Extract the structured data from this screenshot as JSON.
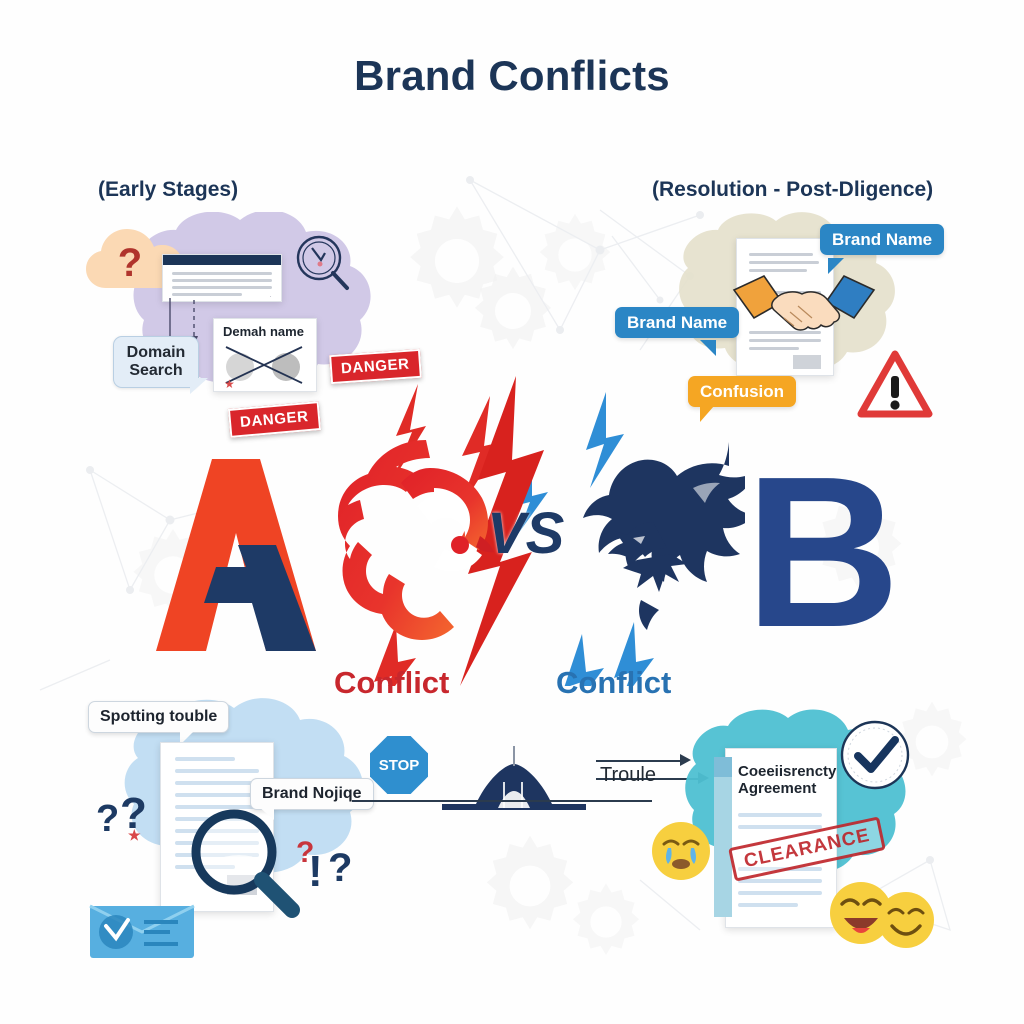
{
  "page": {
    "title": "Brand Conflicts",
    "background_color": "#ffffff",
    "title_color": "#1c3557"
  },
  "sections": {
    "left_header": "(Early Stages)",
    "right_header": "(Resolution - Post-Dligence)"
  },
  "center": {
    "vs_label": "VS",
    "left_brand_letter": "A",
    "right_brand_letter": "B",
    "left_conflict_label": "Conflict",
    "right_conflict_label": "Conflict",
    "left_conflict_color": "#c8272d",
    "right_conflict_color": "#2872b2",
    "left_mascot": "lion-head",
    "right_mascot": "eagle",
    "letter_a_colors": [
      "#ef4424",
      "#1e3a66"
    ],
    "letter_b_color": "#27478b"
  },
  "top_left_panel": {
    "blob_color": "#c9bfe3",
    "cloud_icon": "question-cloud",
    "cloud_question_mark": "?",
    "magnifier_icon": "magnifier-icon",
    "bubbles": [
      {
        "label": "Domain Search",
        "style": "pale"
      },
      {
        "label": "Demah name",
        "style": "white"
      }
    ],
    "badges": [
      {
        "label": "DANGER",
        "color": "#d9262b"
      },
      {
        "label": "DANGER",
        "color": "#d9262b"
      }
    ]
  },
  "top_right_panel": {
    "blob_color": "#e4e0cb",
    "handshake_icon": "handshake-icon",
    "document_icon": "document-icon",
    "warning_icon": "warning-triangle-icon",
    "bubbles": [
      {
        "label": "Brand Name",
        "style": "blue",
        "color": "#2b86c5"
      },
      {
        "label": "Brand Name",
        "style": "blue",
        "color": "#2b86c5"
      },
      {
        "label": "Confusion",
        "style": "orange",
        "color": "#f5a623"
      }
    ]
  },
  "bottom_left_panel": {
    "blob_color": "#bfdcf2",
    "bubbles": [
      {
        "label": "Spotting touble",
        "style": "white"
      },
      {
        "label": "Brand Nojiqe",
        "style": "white"
      }
    ],
    "magnifier_icon": "magnifier-icon",
    "document_icon": "document-icon",
    "envelope_icon": "envelope-card-icon",
    "question_marks": [
      "?",
      "?",
      "?",
      "!",
      "?"
    ]
  },
  "bottom_center": {
    "stop_label": "STOP",
    "stop_color": "#2f8fcf",
    "bridge_icon": "bridge-icon",
    "trouble_label": "Troule",
    "arrow_icon": "arrow-right-icon"
  },
  "bottom_right_panel": {
    "blob_color": "#4ec0d2",
    "document_title": "Coeeiisrencty Agreement",
    "stamp_label": "CLEARANCE",
    "stamp_color": "#c0282d",
    "check_icon": "check-circle-icon",
    "emojis": [
      "crying-face",
      "grinning-face",
      "smiling-face"
    ]
  }
}
